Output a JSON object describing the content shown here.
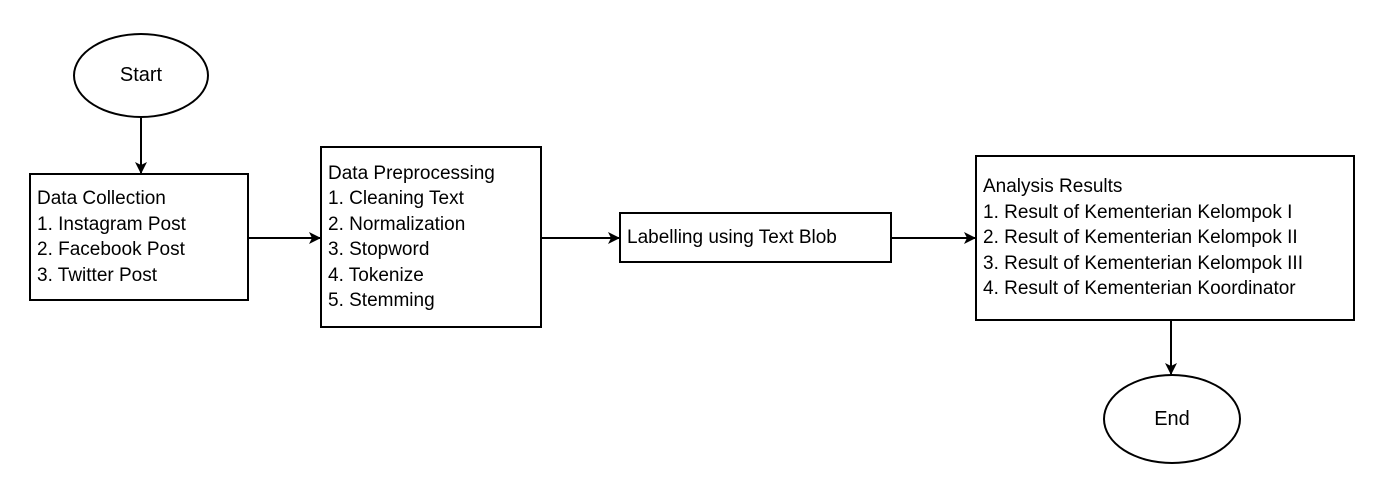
{
  "start": {
    "label": "Start"
  },
  "end": {
    "label": "End"
  },
  "data_collection": {
    "title": "Data Collection",
    "items": [
      "1. Instagram Post",
      "2. Facebook Post",
      "3. Twitter Post"
    ]
  },
  "data_preprocessing": {
    "title": "Data Preprocessing",
    "items": [
      "1. Cleaning Text",
      "2. Normalization",
      "3. Stopword",
      "4. Tokenize",
      "5. Stemming"
    ]
  },
  "labelling": {
    "label": "Labelling using Text Blob"
  },
  "analysis_results": {
    "title": "Analysis Results",
    "items": [
      "1. Result of Kementerian Kelompok I",
      "2. Result of Kementerian Kelompok II",
      "3. Result of Kementerian Kelompok III",
      "4. Result of Kementerian Koordinator"
    ]
  },
  "colors": {
    "stroke": "#000000",
    "fill": "#ffffff"
  }
}
